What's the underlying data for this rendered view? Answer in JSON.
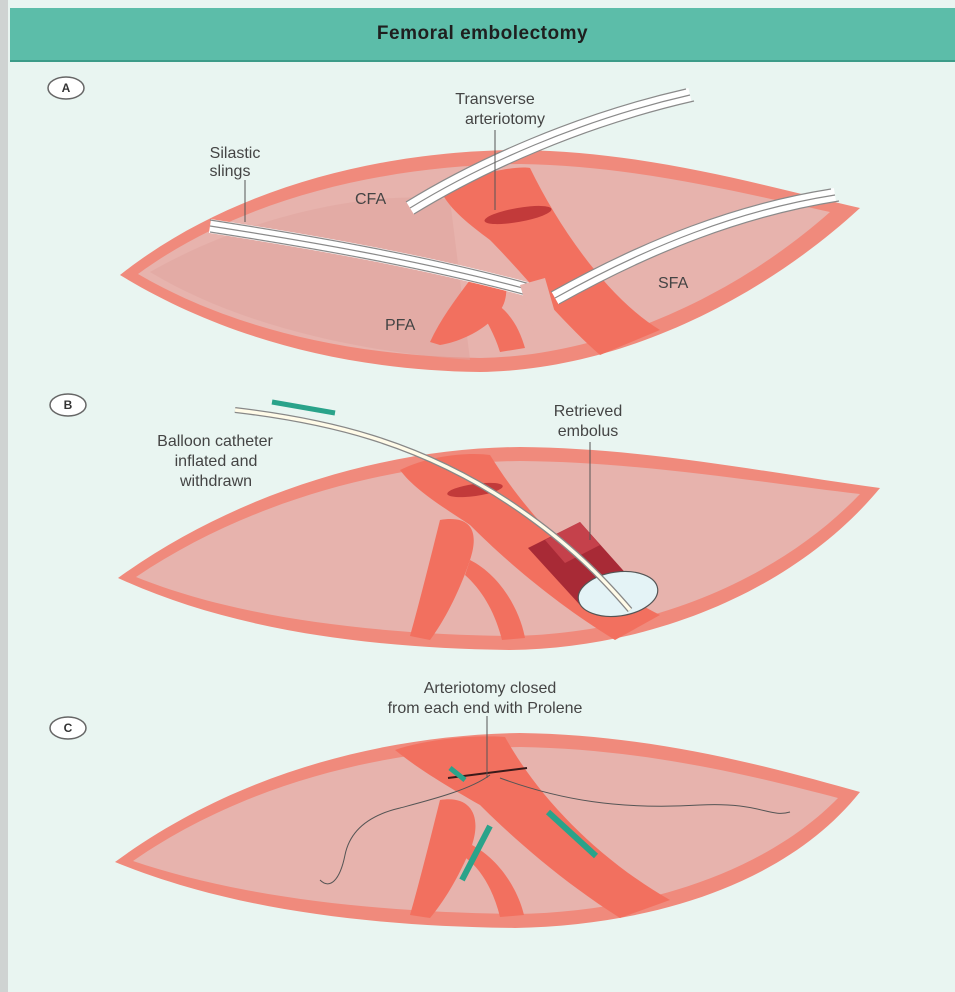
{
  "title": "Femoral embolectomy",
  "panels": {
    "a": {
      "letter": "A",
      "transverse_line1": "Transverse",
      "transverse_line2": "arteriotomy",
      "silastic_line1": "Silastic",
      "silastic_line2": "slings",
      "cfa": "CFA",
      "sfa": "SFA",
      "pfa": "PFA"
    },
    "b": {
      "letter": "B",
      "balloon_line1": "Balloon catheter",
      "balloon_line2": "inflated and",
      "balloon_line3": "withdrawn",
      "retrieved_line1": "Retrieved",
      "retrieved_line2": "embolus"
    },
    "c": {
      "letter": "C",
      "closed_line1": "Arteriotomy closed",
      "closed_line2": "from each end with Prolene"
    }
  },
  "colors": {
    "artery": "#f2705f",
    "artery_dark": "#e45a4a",
    "tissue": "#e7b3ad",
    "wound_edge": "#f08a7c",
    "background": "#e9f5f1",
    "header": "#5cbda9",
    "suture_green": "#2aa38a",
    "embolus": "#a82a36"
  }
}
